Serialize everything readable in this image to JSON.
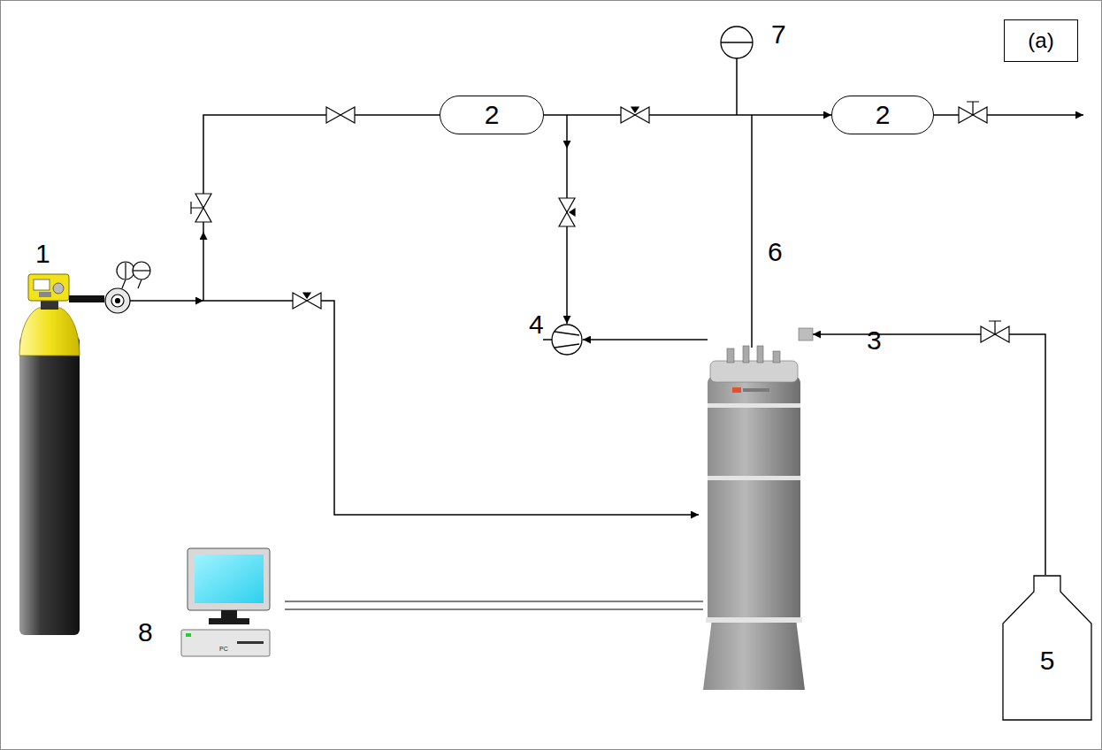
{
  "diagram": {
    "nodes": [
      {
        "text": [
          "2"
        ]
      },
      {
        "text": [
          "2"
        ]
      },
      {
        "text": [
          "(a)"
        ]
      },
      {
        "text": [
          "5"
        ]
      }
    ],
    "edges": [
      {
        "from": 0,
        "to": 1,
        "arrow": "to"
      }
    ],
    "labels": [
      "7",
      "6",
      "1",
      "4",
      "3",
      "8",
      "PC"
    ]
  }
}
